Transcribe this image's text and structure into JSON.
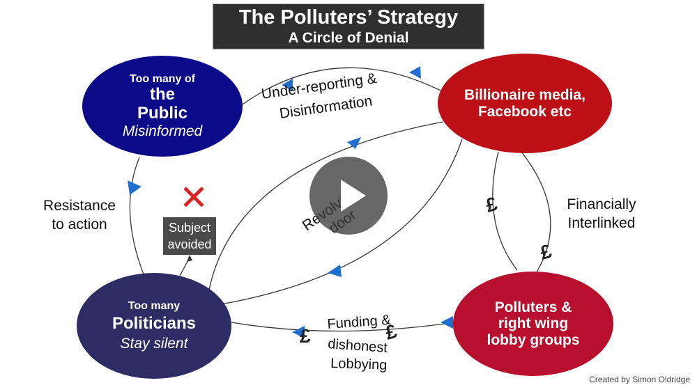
{
  "title": {
    "main": "The Polluters’ Strategy",
    "sub": "A Circle of Denial"
  },
  "nodes": {
    "public": {
      "line1": "Too many of",
      "line2": "the",
      "line3": "Public",
      "line4": "Misinformed",
      "color": "#0b0b8a"
    },
    "media": {
      "line1": "Billionaire media,",
      "line2": "Facebook etc",
      "color": "#bd1016"
    },
    "polluters": {
      "line1": "Polluters &",
      "line2": "right wing",
      "line3": "lobby groups",
      "color": "#b70f2c"
    },
    "politicians": {
      "line1": "Too many",
      "line2": "Politicians",
      "line3": "Stay silent",
      "color": "#2d2d66"
    }
  },
  "labels": {
    "under_reporting_1": "Under-reporting &",
    "under_reporting_2": "Disinformation",
    "resistance_1": "Resistance",
    "resistance_2": "to action",
    "financial_1": "Financially",
    "financial_2": "Interlinked",
    "revolving_1": "Revolving",
    "revolving_2": "door",
    "funding_1": "Funding &",
    "funding_2": "dishonest",
    "funding_3": "Lobbying",
    "subject_1": "Subject",
    "subject_2": "avoided",
    "pound_symbol": "£"
  },
  "credit": "Created by Simon Oldridge",
  "colors": {
    "arrow": "#1f6fd1",
    "line": "#333333",
    "cross": "#e02020"
  }
}
